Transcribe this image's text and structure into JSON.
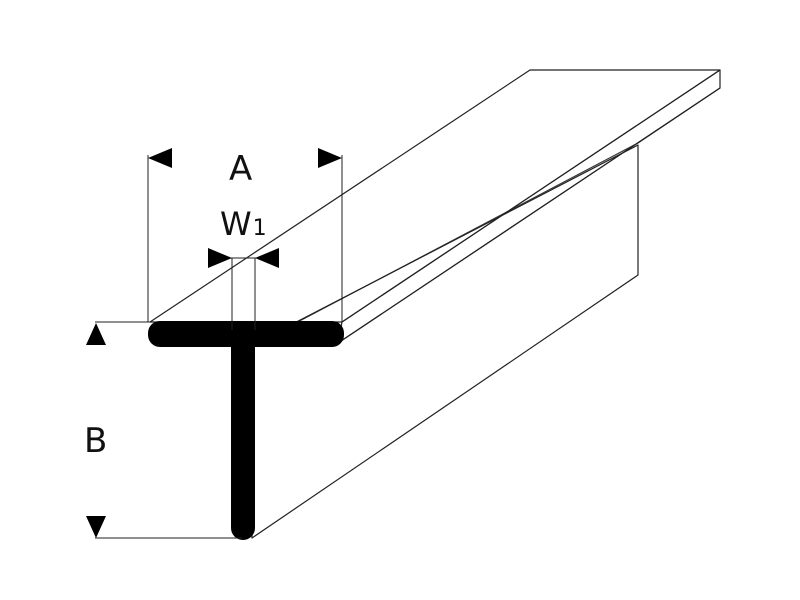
{
  "profile": {
    "shape": "T-profile",
    "section_color": "#000000",
    "surface_light": "#f4f4f4",
    "surface_mid": "#e2e2e2",
    "surface_dark": "#cfcfcf",
    "outline_color": "#222222"
  },
  "labels": {
    "a": "A",
    "w": "W",
    "w_sub": "1",
    "b": "B"
  }
}
